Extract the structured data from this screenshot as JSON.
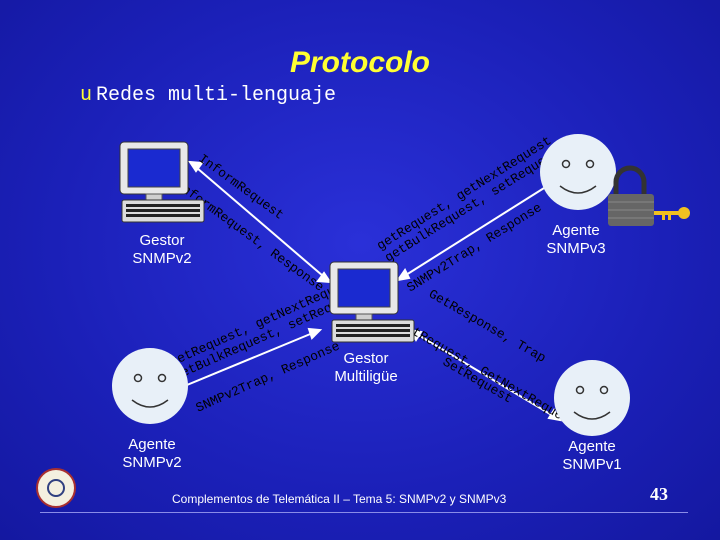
{
  "slide": {
    "title": "Protocolo",
    "bullet": "Redes multi-lenguaje",
    "footer": "Complementos de Telemática II – Tema 5: SNMPv2 y SNMPv3",
    "page_number": "43"
  },
  "nodes": {
    "gestor_v2": "Gestor SNMPv2",
    "gestor_multi": "Gestor Multiligüe",
    "agente_v2": "Agente SNMPv2",
    "agente_v3": "Agente SNMPv3",
    "agente_v1": "Agente SNMPv1"
  },
  "arrow_labels": {
    "v2mgr_to_multi_top": "InformRequest",
    "v2mgr_to_multi_bottom": "InformRequest, Response",
    "multi_to_v3_top": "getRequest, getNextRequest",
    "multi_to_v3_mid": "getBulkRequest, setRequest",
    "multi_to_v3_bottom": "SNMPv2Trap, Response",
    "multi_to_v2agent_top": "getRequest, getNextRequest",
    "multi_to_v2agent_mid": "getBulkRequest, setRequest",
    "multi_to_v2agent_bottom": "SNMPv2Trap, Response",
    "multi_to_v1agent_top": "GetResponse, Trap",
    "multi_to_v1agent_mid": "GetRequest, GetNextRequest",
    "multi_to_v1agent_bottom": "SetRequest"
  },
  "colors": {
    "background": "#1b20b8",
    "title": "#ffff33",
    "arrow": "#ffffff",
    "face": "#e8f0f8"
  }
}
